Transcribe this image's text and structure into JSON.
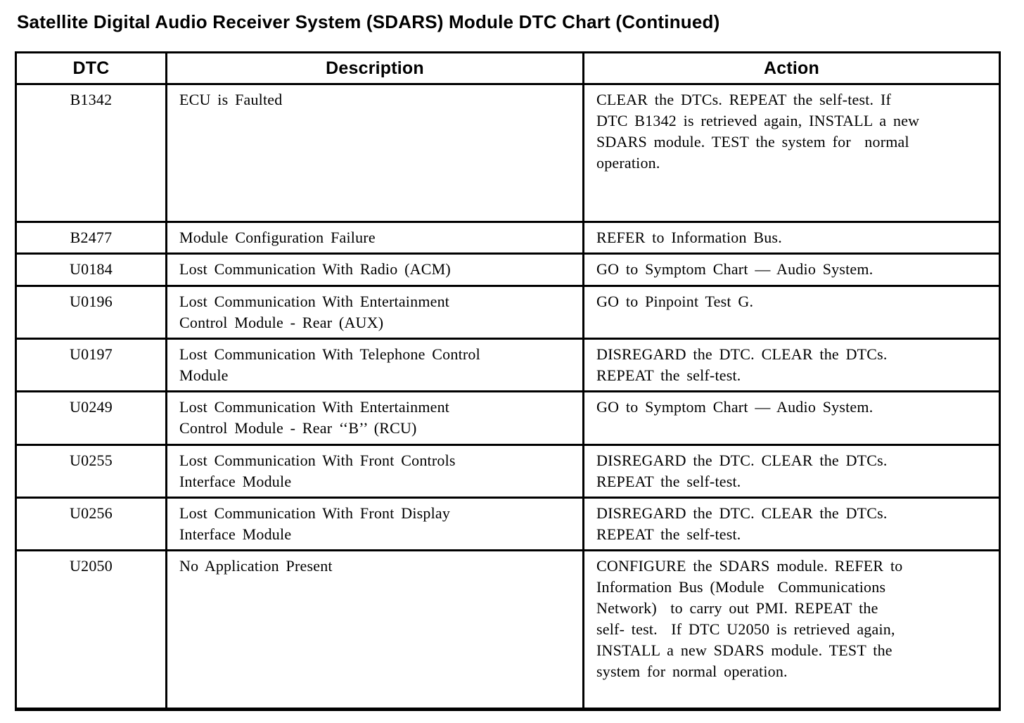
{
  "title": "Satellite Digital Audio Receiver System (SDARS) Module DTC Chart (Continued)",
  "colors": {
    "background": "#ffffff",
    "text": "#000000",
    "border": "#000000"
  },
  "table": {
    "headers": [
      "DTC",
      "Description",
      "Action"
    ],
    "rows": [
      {
        "dtc": "B1342",
        "description": "ECU is Faulted",
        "action": "CLEAR the DTCs. REPEAT the self-test. If\nDTC B1342 is retrieved again, INSTALL a new\nSDARS module. TEST the system for  normal\noperation."
      },
      {
        "dtc": "B2477",
        "description": "Module Configuration Failure",
        "action": "REFER to Information Bus."
      },
      {
        "dtc": "U0184",
        "description": "Lost Communication With Radio (ACM)",
        "action": "GO to Symptom Chart — Audio System."
      },
      {
        "dtc": "U0196",
        "description": "Lost Communication With Entertainment\nControl Module - Rear (AUX)",
        "action": "GO to Pinpoint Test G."
      },
      {
        "dtc": "U0197",
        "description": "Lost Communication With Telephone Control\nModule",
        "action": "DISREGARD the DTC. CLEAR the DTCs.\nREPEAT the self-test."
      },
      {
        "dtc": "U0249",
        "description": "Lost Communication With Entertainment\nControl Module - Rear ‘‘B’’ (RCU)",
        "action": "GO to Symptom Chart — Audio System."
      },
      {
        "dtc": "U0255",
        "description": "Lost Communication With Front Controls\nInterface Module",
        "action": "DISREGARD the DTC. CLEAR the DTCs.\nREPEAT the self-test."
      },
      {
        "dtc": "U0256",
        "description": "Lost Communication With Front Display\nInterface Module",
        "action": "DISREGARD the DTC. CLEAR the DTCs.\nREPEAT the self-test."
      },
      {
        "dtc": "U2050",
        "description": "No Application Present",
        "action": "CONFIGURE the SDARS module. REFER to\nInformation Bus (Module  Communications\nNetwork)  to carry out PMI. REPEAT the\nself- test.  If DTC U2050 is retrieved again,\nINSTALL a new SDARS module. TEST the\nsystem for normal operation."
      }
    ]
  }
}
